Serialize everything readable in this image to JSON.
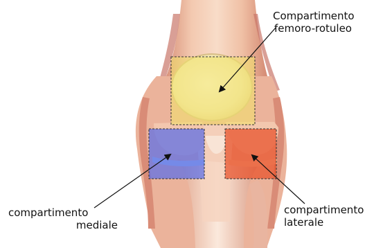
{
  "labels": {
    "femoro_rotuleo": {
      "line1": "Compartimento",
      "line2": "femoro-rotuleo"
    },
    "mediale": {
      "line1": "compartimento",
      "line2": "mediale"
    },
    "laterale": {
      "line1": "compartimento",
      "line2": "laterale"
    }
  },
  "colors": {
    "femoro_rotuleo_region": "#f2e36a",
    "mediale_region": "#5a6ee8",
    "laterale_region": "#e8502a",
    "bone": "#f1c3a8",
    "tissue": "#d98f76",
    "outline_dashed": "#333333",
    "arrow": "#111111"
  },
  "icons": {
    "femoro_pointer": "arrow-icon",
    "mediale_pointer": "arrow-icon",
    "laterale_pointer": "arrow-icon"
  }
}
